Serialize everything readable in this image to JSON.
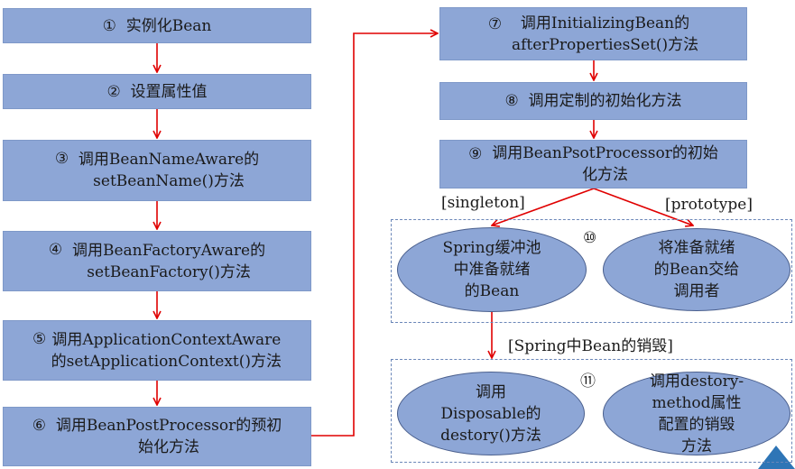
{
  "left_steps": [
    {
      "num": "①",
      "text": "实例化Bean"
    },
    {
      "num": "②",
      "text": "设置属性值"
    },
    {
      "num": "③",
      "text": "调用BeanNameAware的\nsetBeanName()方法"
    },
    {
      "num": "④",
      "text": "调用BeanFactoryAware的\nsetBeanFactory()方法"
    },
    {
      "num": "⑤",
      "text": "调用ApplicationContextAware\n的setApplicationContext()方法"
    },
    {
      "num": "⑥",
      "text": "调用BeanPostProcessor的预初\n始化方法"
    }
  ],
  "right_steps": [
    {
      "num": "⑦",
      "text": "调用InitializingBean的\nafterPropertiesSet()方法"
    },
    {
      "num": "⑧",
      "text": "调用定制的初始化方法"
    },
    {
      "num": "⑨",
      "text": "调用BeanPsotProcessor的初始\n化方法"
    }
  ],
  "scope_labels": {
    "singleton": "[singleton]",
    "prototype": "[prototype]"
  },
  "group10": {
    "num": "⑩",
    "left": "Spring缓冲池\n中准备就绪\n的Bean",
    "right": "将准备就绪\n的Bean交给\n调用者"
  },
  "destroy_label": "[Spring中Bean的销毁]",
  "group11": {
    "num": "⑪",
    "left": "调用\nDisposable的\ndestory()方法",
    "right": "调用destory-\nmethod属性\n配置的销毁\n方法"
  },
  "colors": {
    "box_fill": "#8da6d6",
    "arrow": "#e00000",
    "corner_triangle": "#2e75b6"
  }
}
